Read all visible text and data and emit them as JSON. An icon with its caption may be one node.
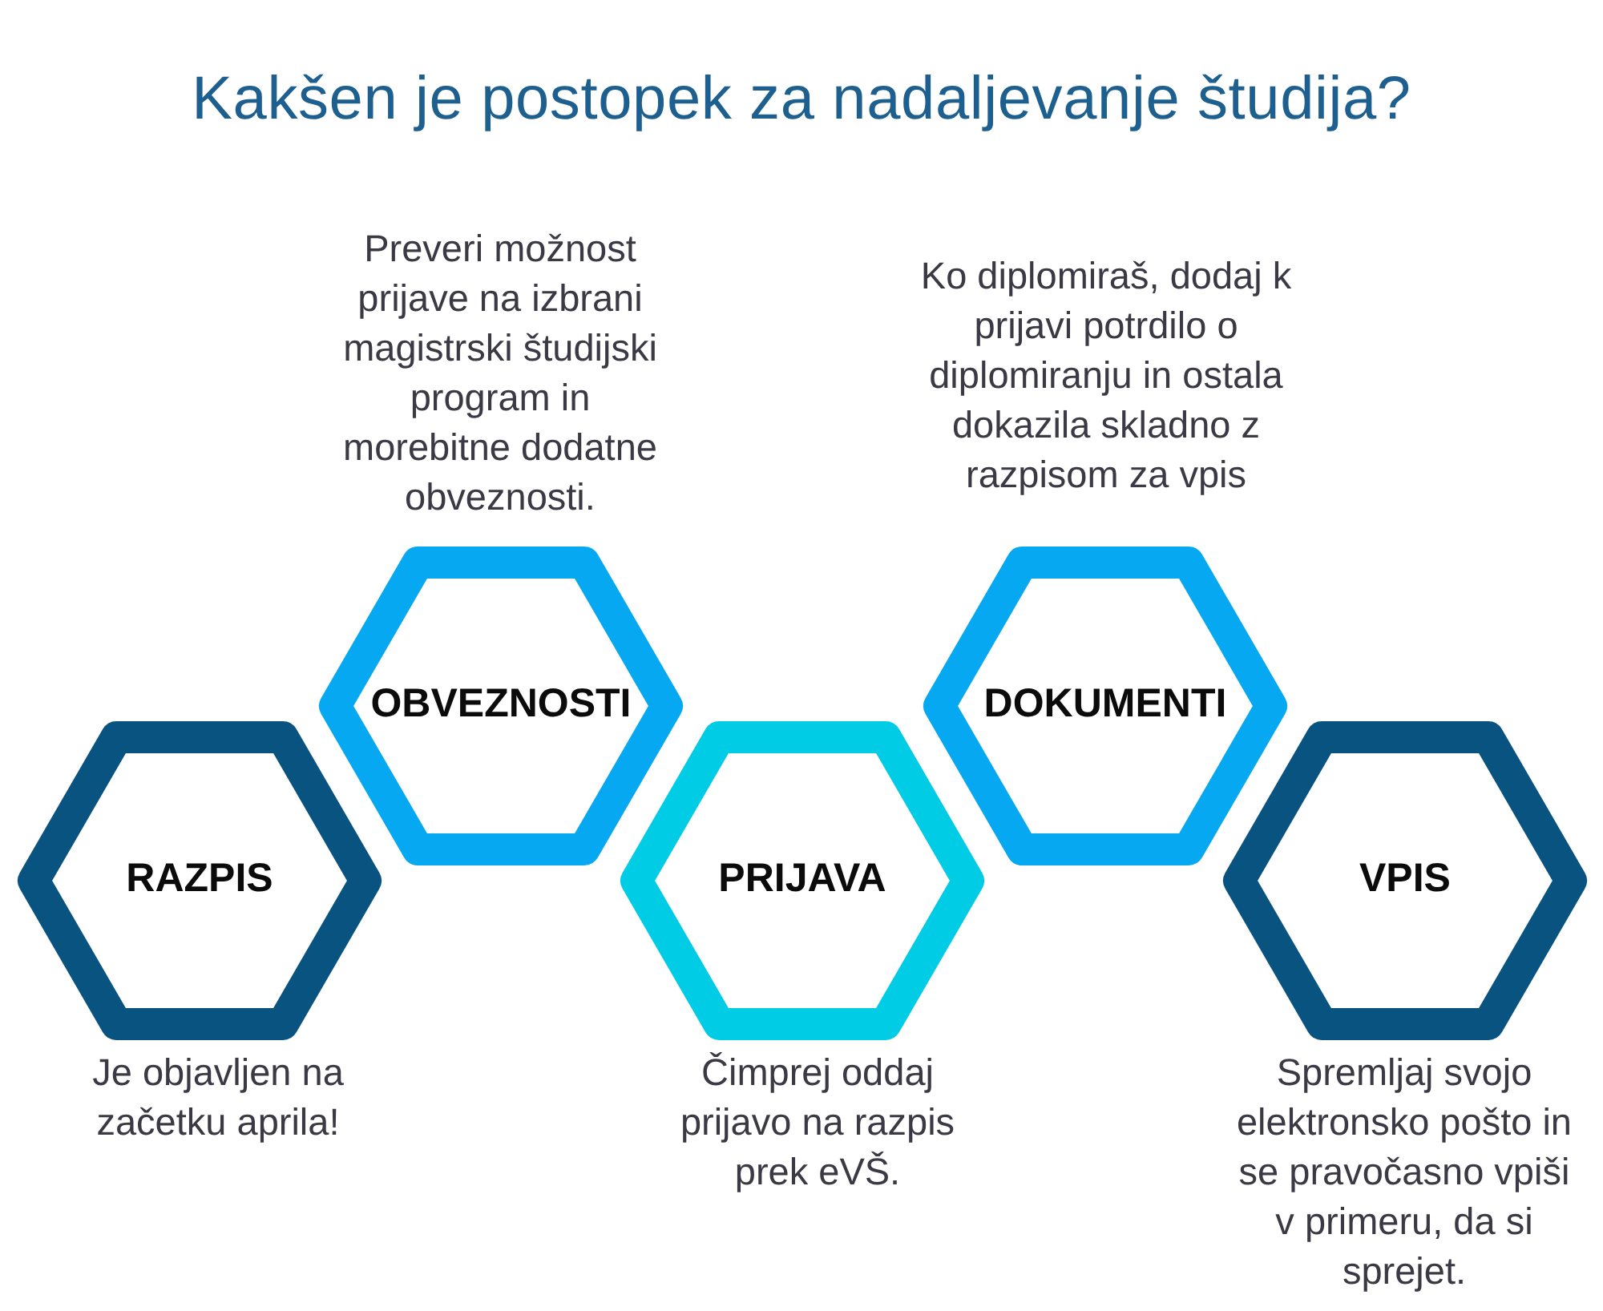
{
  "diagram": {
    "title": "Kakšen je postopek za nadaljevanje študija?",
    "nodes": [
      {
        "text": [
          "RAZPIS"
        ],
        "beside": [
          "Je objavljen na začetku aprila!"
        ]
      },
      {
        "text": [
          "OBVEZNOSTI"
        ],
        "beside": [
          "Preveri možnost prijave na izbrani magistrski študijski program in morebitne dodatne obveznosti."
        ]
      },
      {
        "text": [
          "PRIJAVA"
        ],
        "beside": [
          "Čimprej oddaj prijavo na razpis prek eVŠ."
        ]
      },
      {
        "text": [
          "DOKUMENTI"
        ],
        "beside": [
          "Ko diplomiraš, dodaj k prijavi potrdilo o diplomiranju in ostala dokazila skladno z razpisom za vpis"
        ]
      },
      {
        "text": [
          "VPIS"
        ],
        "beside": [
          "Spremljaj svojo elektronsko pošto in se pravočasno vpiši v primeru, da si sprejet."
        ]
      }
    ]
  }
}
